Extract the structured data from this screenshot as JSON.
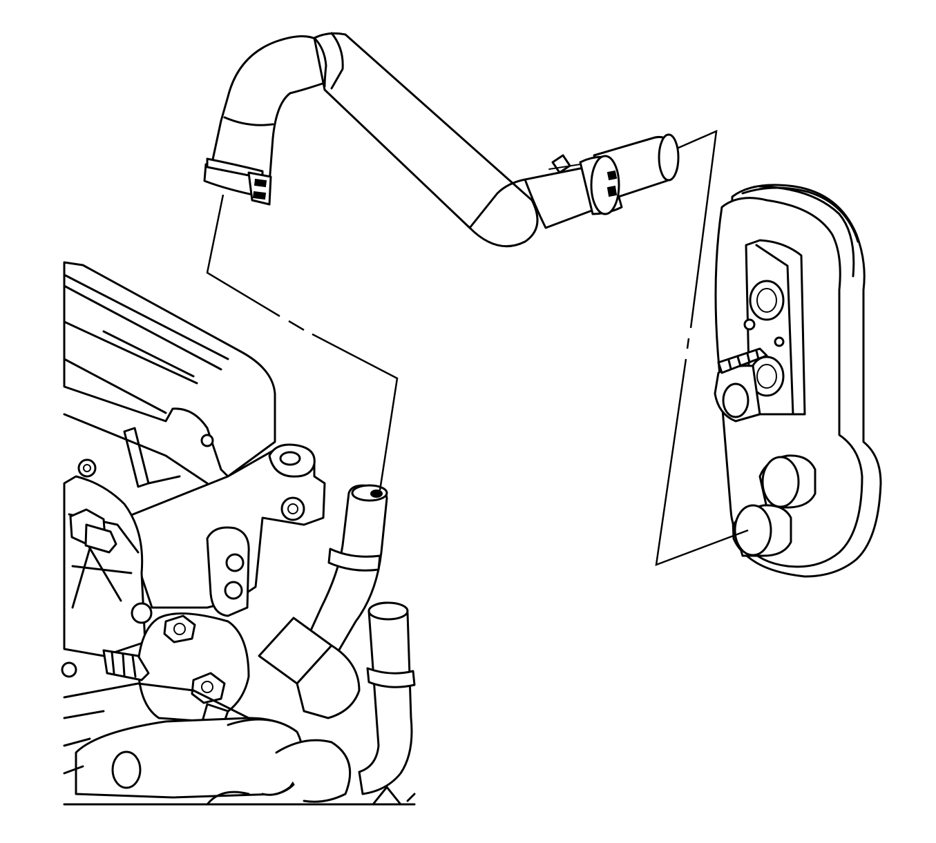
{
  "diagram": {
    "components": [
      {
        "id": "heater-hose",
        "icon": "heater-hose-icon"
      },
      {
        "id": "hose-clamp-engine-end",
        "icon": "spring-clamp-icon"
      },
      {
        "id": "hose-clamp-core-end",
        "icon": "spring-clamp-icon"
      },
      {
        "id": "heater-core",
        "icon": "heater-core-icon"
      },
      {
        "id": "heater-core-outlet-pipe",
        "icon": "pipe-icon"
      },
      {
        "id": "engine-outlet-pipe",
        "icon": "pipe-icon"
      },
      {
        "id": "engine-assembly",
        "icon": "engine-icon"
      }
    ],
    "leader_style": "dash-dot",
    "colors": {
      "line": "#000000",
      "background": "#ffffff"
    }
  }
}
